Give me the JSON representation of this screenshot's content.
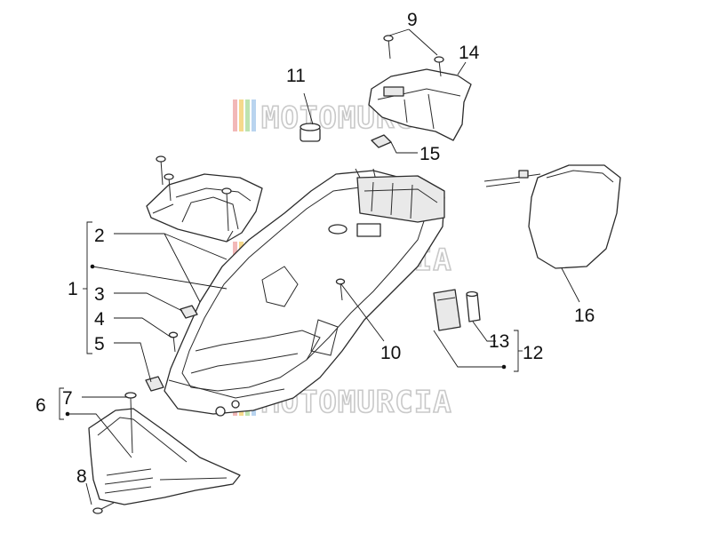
{
  "watermark": {
    "text": "MOTOMURCIA",
    "stripe_colors": [
      "#f2b8b8",
      "#f6d98c",
      "#bde3b0",
      "#b9d4ef"
    ]
  },
  "callouts": {
    "c1": "1",
    "c2": "2",
    "c3": "3",
    "c4": "4",
    "c5": "5",
    "c6": "6",
    "c7": "7",
    "c8": "8",
    "c9": "9",
    "c10": "10",
    "c11": "11",
    "c12": "12",
    "c13": "13",
    "c14": "14",
    "c15": "15",
    "c16": "16"
  }
}
